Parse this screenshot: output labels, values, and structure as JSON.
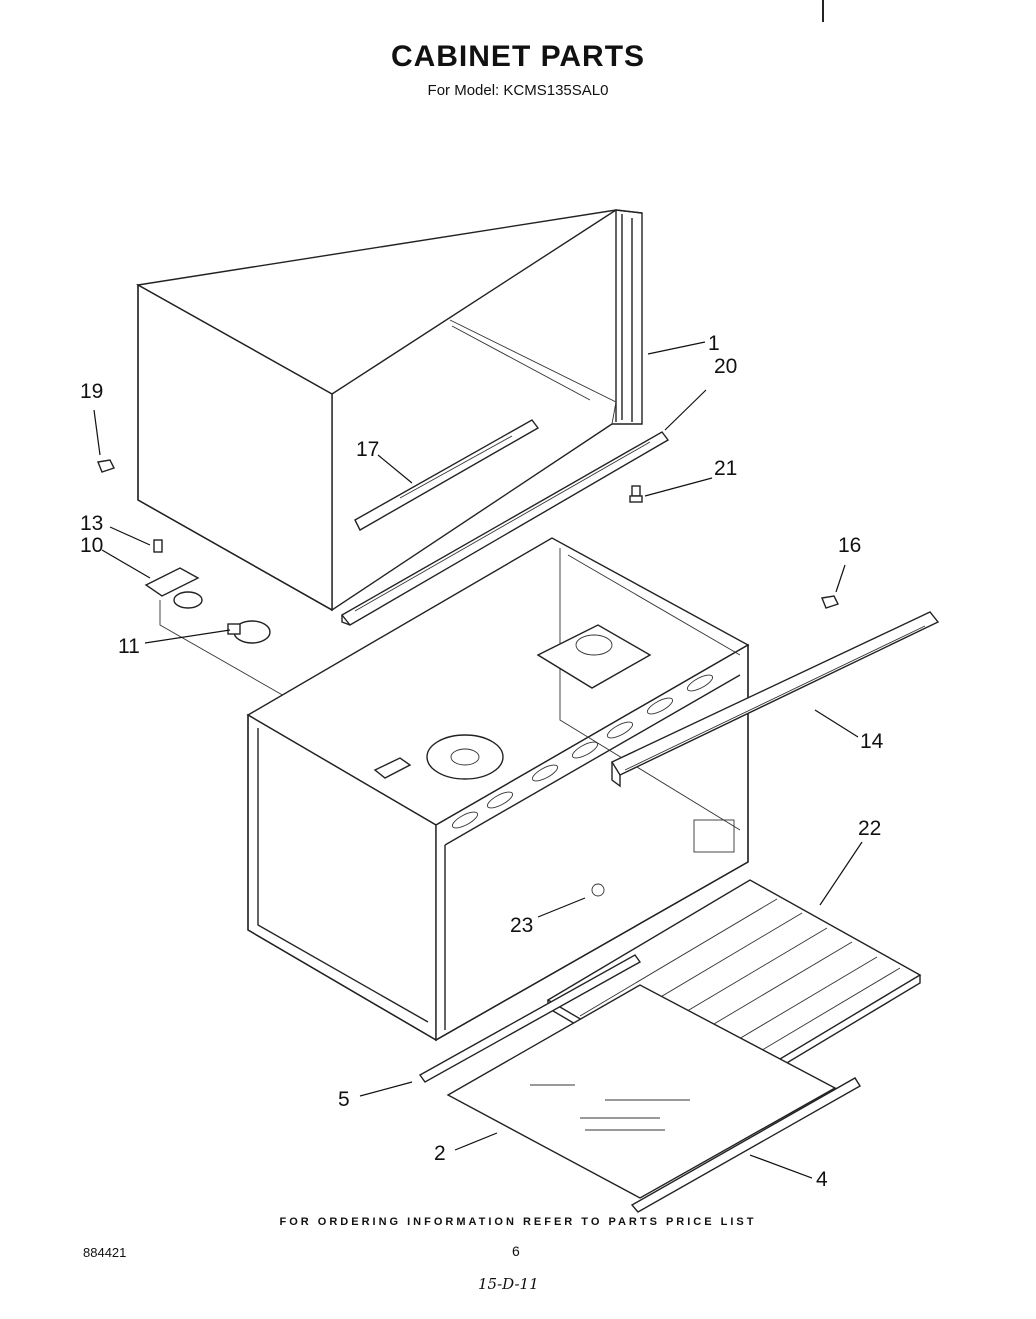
{
  "title": "CABINET PARTS",
  "subtitle": "For Model: KCMS135SAL0",
  "footer": "FOR ORDERING INFORMATION REFER TO PARTS PRICE LIST",
  "doc_number": "884421",
  "page_number": "6",
  "handwritten_note": "15-D-11",
  "callouts": [
    "1",
    "20",
    "19",
    "17",
    "21",
    "13",
    "10",
    "16",
    "11",
    "14",
    "22",
    "23",
    "5",
    "2",
    "4"
  ]
}
